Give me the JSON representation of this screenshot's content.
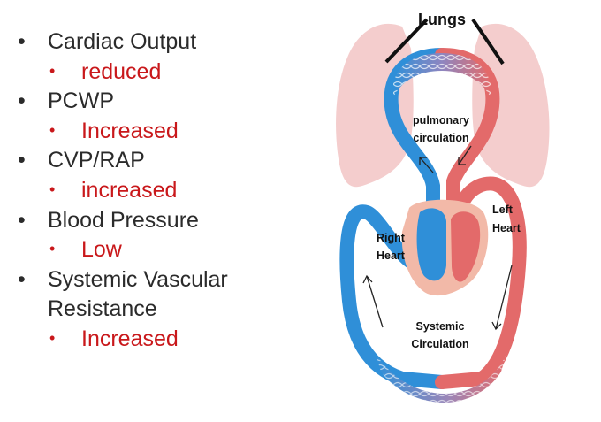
{
  "colors": {
    "text": "#2b2b2b",
    "accent_red": "#c9181b",
    "lung": "#f4cdcd",
    "vein_blue": "#2f8fd8",
    "artery_red": "#e36a6a",
    "heart_back": "#f2b9a8"
  },
  "left_list": {
    "items": [
      {
        "label": "Cardiac Output",
        "value": "reduced"
      },
      {
        "label": "PCWP",
        "value": "Increased"
      },
      {
        "label": "CVP/RAP",
        "value": "increased"
      },
      {
        "label": "Blood Pressure",
        "value": "Low"
      },
      {
        "label": "Systemic Vascular",
        "label_line2": "Resistance",
        "value": "Increased"
      }
    ],
    "bullet_main": "•",
    "bullet_sub": "•"
  },
  "diagram": {
    "lungs_label": "Lungs",
    "pulmonary_line1": "pulmonary",
    "pulmonary_line2": "circulation",
    "left_heart_line1": "Left",
    "left_heart_line2": "Heart",
    "right_heart_line1": "Right",
    "right_heart_line2": "Heart",
    "systemic_line1": "Systemic",
    "systemic_line2": "Circulation"
  }
}
